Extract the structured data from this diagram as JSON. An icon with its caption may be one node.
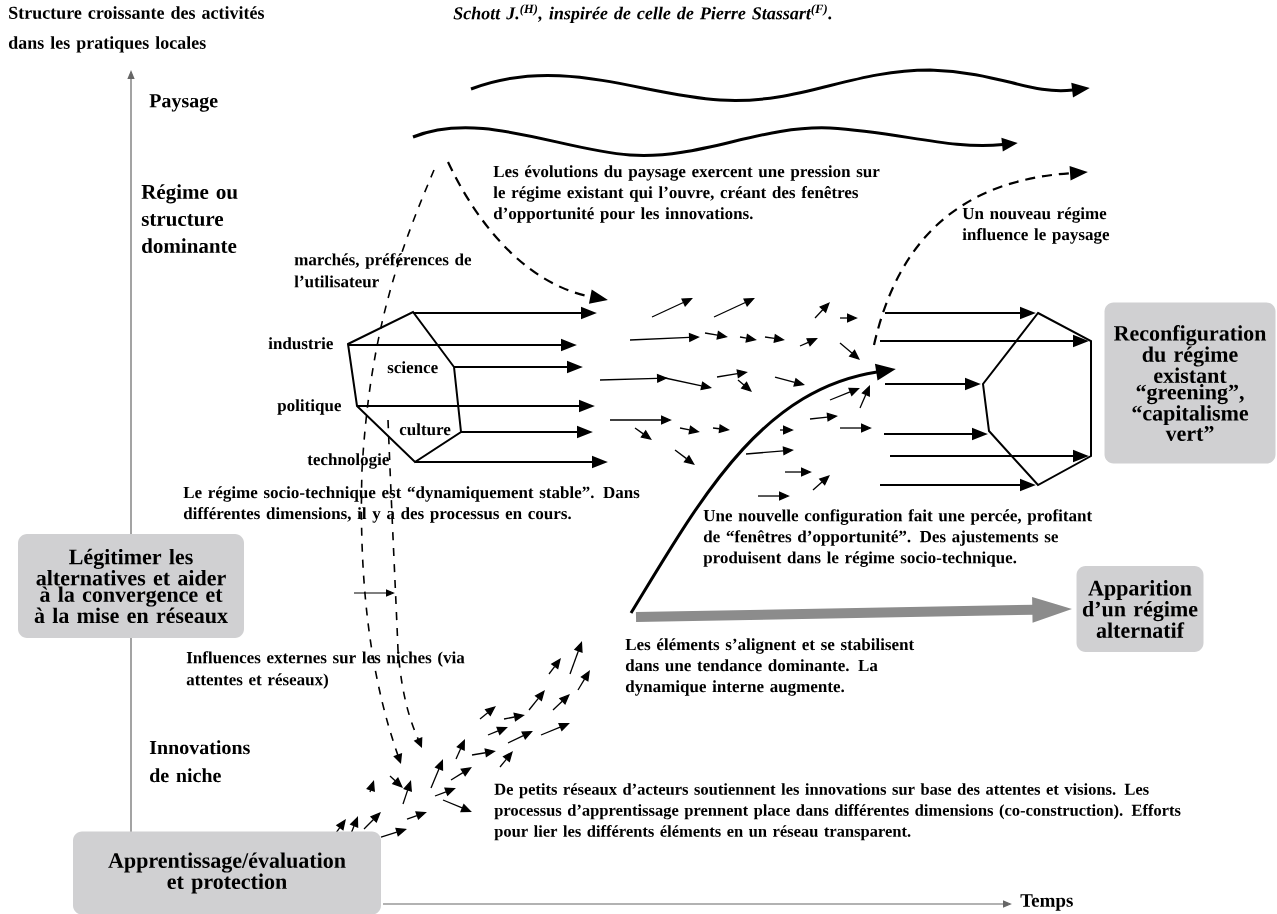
{
  "diagram": {
    "nodes": [
      {
        "text": [
          "Légitimer les alternatives et aider à la convergence et à la mise en réseaux"
        ]
      },
      {
        "text": [
          "Apprentissage/évaluation et protection"
        ]
      },
      {
        "text": [
          "Reconfiguration du régime existant “greening”, “capitalisme vert”"
        ]
      },
      {
        "text": [
          "Apparition d’un régime alternatif"
        ]
      }
    ],
    "edges": [
      {
        "from": null,
        "to": 3,
        "arrow": "to",
        "color": "#8c8c8c"
      }
    ],
    "labels": [
      "Structure croissante des activités dans les pratiques locales",
      "*Schott J.$^{(H)}$, inspirée de celle de Pierre Stassart$^{(F)}$.*",
      "Paysage",
      "Régime ou structure dominante",
      "Les évolutions du paysage exercent une pression sur le régime existant qui l’ouvre, créant des fenêtres d’opportunité pour les innovations.",
      "Un nouveau régime influence le paysage",
      "marchés, préférences de l’utilisateur",
      "industrie",
      "science",
      "politique",
      "culture",
      "technologie",
      "Le régime socio-technique est “dynamiquement stable”. Dans différentes dimensions, il y a des processus en cours.",
      "Une nouvelle configuration fait une percée, profitant de “fenêtres d’opportunité”. Des ajustements se produisent dans le régime socio-technique.",
      "Les éléments s’alignent et se stabilisent dans une tendance dominante. La dynamique interne augmente.",
      "Influences externes sur les niches (via attentes et réseaux)",
      "Innovations de niche",
      "De petits réseaux d’acteurs soutiennent les innovations sur base des attentes et visions. Les processus d’apprentissage prennent place dans différentes dimensions (co-construction). Efforts pour lier les différents éléments en un réseau transparent.",
      "Temps"
    ]
  }
}
